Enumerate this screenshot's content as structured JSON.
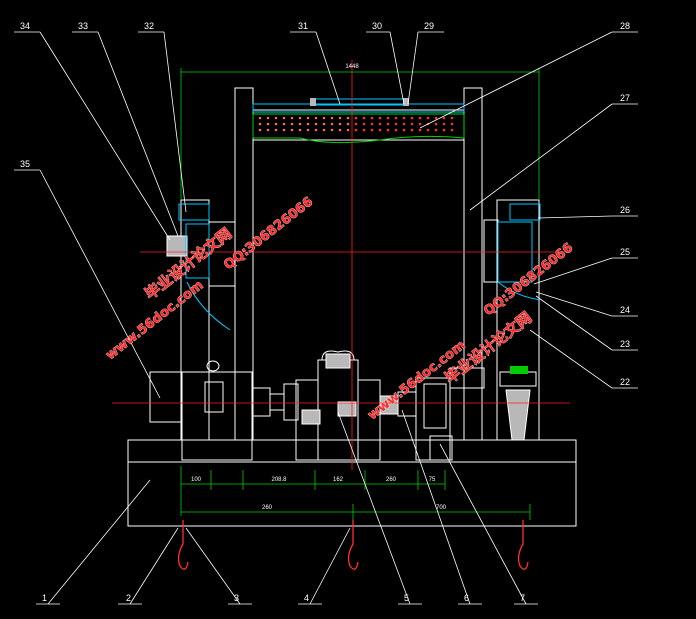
{
  "colors": {
    "line": "#ffffff",
    "center_line": "#ff2020",
    "dimension": "#00d000",
    "hatch": "#00c8ff",
    "component_fill": "#b8b8b8",
    "watermark": "#ff2a2a",
    "motor_accent": "#00cc00"
  },
  "part_numbers": {
    "top": [
      "34",
      "33",
      "32",
      "31",
      "30",
      "29",
      "28"
    ],
    "right": [
      "27",
      "26",
      "25",
      "24",
      "23",
      "22"
    ],
    "left": [
      "35"
    ],
    "bottom": [
      "1",
      "2",
      "3",
      "4",
      "5",
      "6",
      "7"
    ]
  },
  "dimensions": {
    "overall_width": "1448",
    "row1": [
      "100",
      "208.8",
      "162",
      "260",
      "75"
    ],
    "row2": [
      "260",
      "700"
    ]
  },
  "watermarks": {
    "site": "www.56doc.com",
    "name": "毕业设计论文网",
    "qq": "QQ:306826066"
  }
}
